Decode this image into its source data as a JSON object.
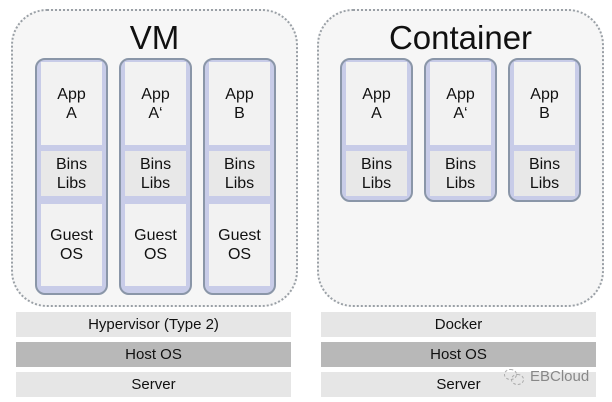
{
  "vm": {
    "title": "VM",
    "stacks": [
      {
        "app": "App\nA",
        "libs": "Bins\nLibs",
        "os": "Guest\nOS"
      },
      {
        "app": "App\nA‘",
        "libs": "Bins\nLibs",
        "os": "Guest\nOS"
      },
      {
        "app": "App\nB",
        "libs": "Bins\nLibs",
        "os": "Guest\nOS"
      }
    ],
    "layers": [
      "Hypervisor (Type 2)",
      "Host OS",
      "Server"
    ]
  },
  "container": {
    "title": "Container",
    "stacks": [
      {
        "app": "App\nA",
        "libs": "Bins\nLibs"
      },
      {
        "app": "App\nA‘",
        "libs": "Bins\nLibs"
      },
      {
        "app": "App\nB",
        "libs": "Bins\nLibs"
      }
    ],
    "layers": [
      "Docker",
      "Host OS",
      "Server"
    ]
  },
  "watermark": {
    "icon": "wechat-icon",
    "text": "EBCloud"
  }
}
